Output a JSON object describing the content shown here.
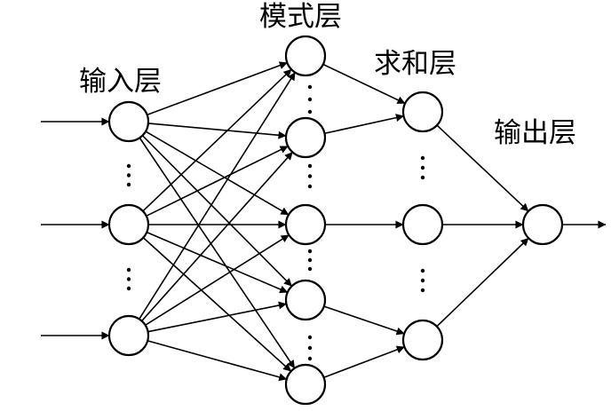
{
  "labels": {
    "input_layer": "输入层",
    "pattern_layer": "模式层",
    "summation_layer": "求和层",
    "output_layer": "输出层"
  },
  "colors": {
    "line": "#000000",
    "node_fill": "#ffffff",
    "background": "#ffffff"
  }
}
